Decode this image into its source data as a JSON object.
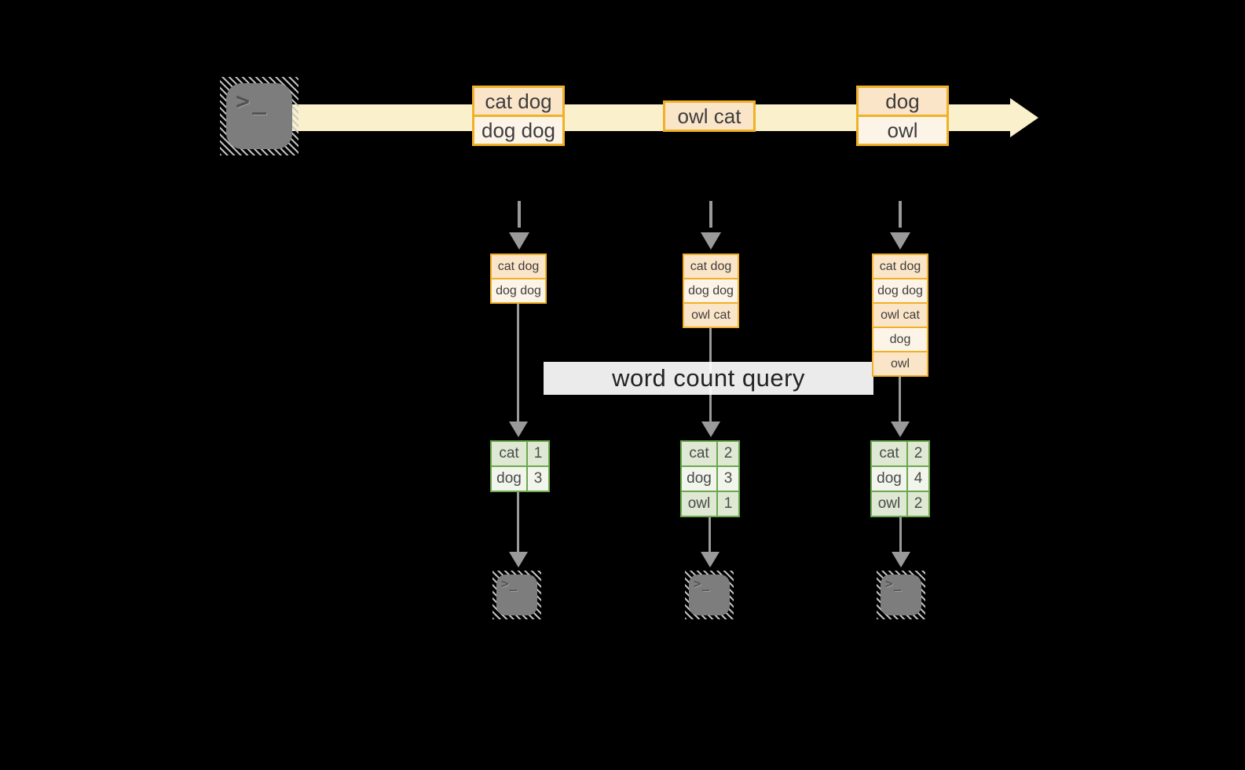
{
  "banner": {
    "label": "word count query"
  },
  "terminal_prompt": ">_",
  "stream_records": [
    {
      "lines": [
        "cat dog",
        "dog dog"
      ]
    },
    {
      "lines": [
        "owl cat"
      ]
    },
    {
      "lines": [
        "dog",
        "owl"
      ]
    }
  ],
  "columns": [
    {
      "buffer": [
        "cat dog",
        "dog dog"
      ],
      "counts": [
        {
          "word": "cat",
          "value": "1"
        },
        {
          "word": "dog",
          "value": "3"
        }
      ]
    },
    {
      "buffer": [
        "cat dog",
        "dog dog",
        "owl cat"
      ],
      "counts": [
        {
          "word": "cat",
          "value": "2"
        },
        {
          "word": "dog",
          "value": "3"
        },
        {
          "word": "owl",
          "value": "1"
        }
      ]
    },
    {
      "buffer": [
        "cat dog",
        "dog dog",
        "owl cat",
        "dog",
        "owl"
      ],
      "counts": [
        {
          "word": "cat",
          "value": "2"
        },
        {
          "word": "dog",
          "value": "4"
        },
        {
          "word": "owl",
          "value": "2"
        }
      ]
    }
  ],
  "colors": {
    "stream_arrow": "#FAF0CC",
    "record_border": "#F0B028",
    "record_fill_dark": "#FBE5C9",
    "record_fill_light": "#FDF4E8",
    "table_border": "#6CA84F",
    "table_fill_dark": "#DEE8D3",
    "table_fill_light": "#F1F5EC",
    "connector": "#9A9A9A",
    "terminal": "#7D7D7D",
    "text": "#3D3D3D"
  }
}
